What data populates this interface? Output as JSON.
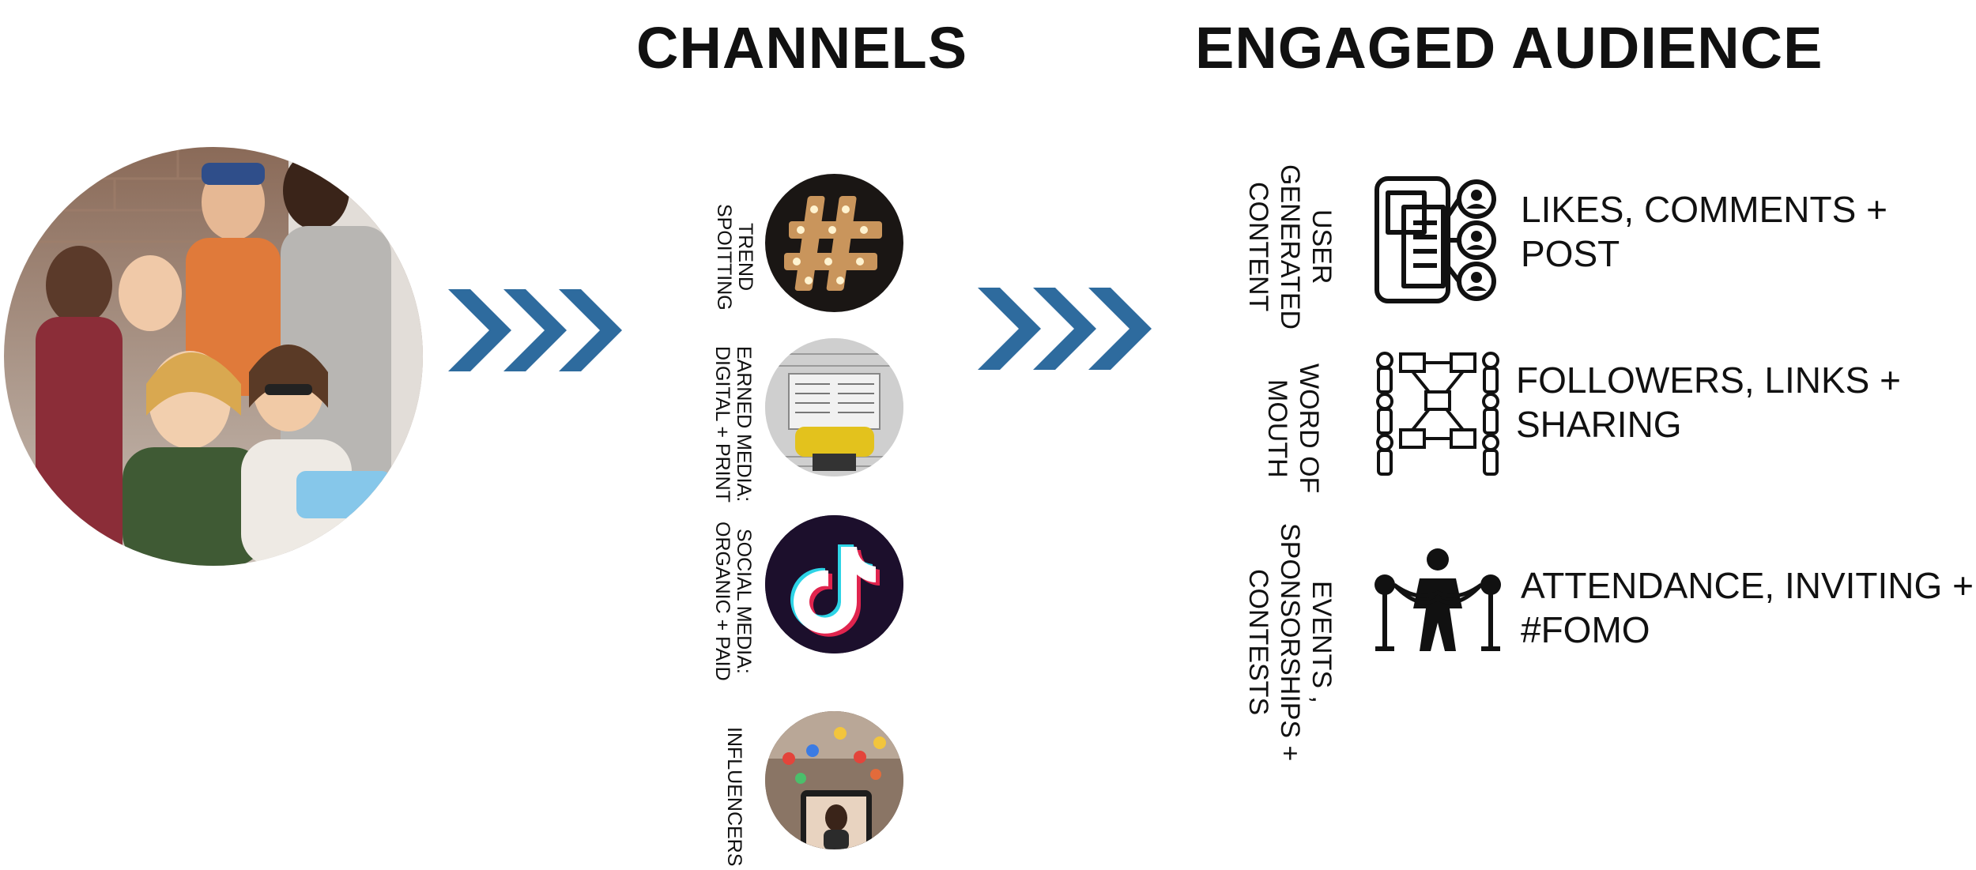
{
  "headings": {
    "channels": "CHANNELS",
    "engaged_audience": "ENGAGED AUDIENCE"
  },
  "channels": [
    {
      "label": "TREND\nSPOITTING",
      "icon": "hashtag-marquee-image"
    },
    {
      "label": "EARNED MEDIA:\nDIGITAL + PRINT",
      "icon": "newspaper-reader-image"
    },
    {
      "label": "SOCIAL MEDIA:\nORGANIC + PAID",
      "icon": "tiktok-logo-image"
    },
    {
      "label": "INFLUENCERS",
      "icon": "influencer-phone-image"
    }
  ],
  "audience": [
    {
      "label": "USER\nGENERATED\nCONTENT",
      "icon": "user-generated-content-icon",
      "result": "LIKES, COMMENTS +\nPOST"
    },
    {
      "label": "WORD OF\nMOUTH",
      "icon": "network-sharing-icon",
      "result": "FOLLOWERS, LINKS +\nSHARING"
    },
    {
      "label": "EVENTS ,\nSPONSORSHIPS +\nCONTESTS",
      "icon": "ribbon-cutting-icon",
      "result": "ATTENDANCE, INVITING +\n#FOMO"
    }
  ],
  "colors": {
    "arrow": "#2e6b9e",
    "text": "#111111",
    "background": "#ffffff"
  }
}
